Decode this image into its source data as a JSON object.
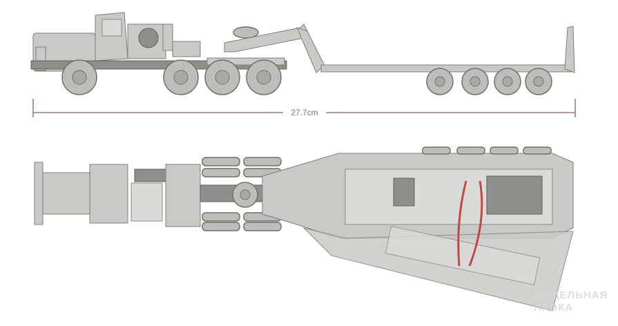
{
  "dimension": {
    "length_label": "27.7cm"
  },
  "watermark": {
    "line1": "МОДЕЛЬНАЯ",
    "line2": "ЛАВКА"
  },
  "colors": {
    "model": "#c9c9c6",
    "dimension_line": "#a07878",
    "arrow": "#c04848"
  }
}
